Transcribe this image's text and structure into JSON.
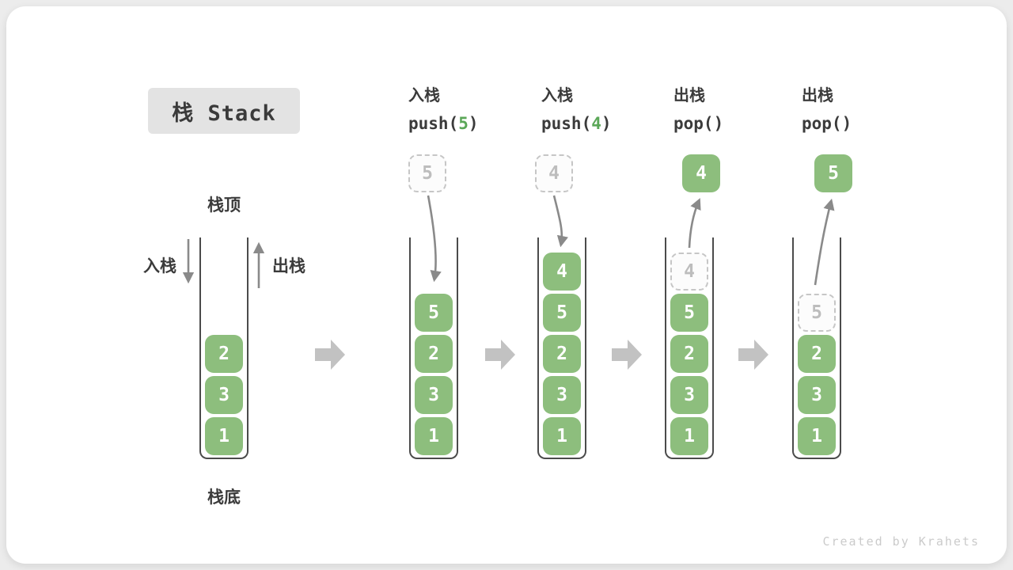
{
  "title": "栈 Stack",
  "watermark": "Created by Krahets",
  "annotations": {
    "stack_top": "栈顶",
    "stack_bottom": "栈底",
    "push_side": "入栈",
    "pop_side": "出栈"
  },
  "colors": {
    "box_green": "#8dbe7d",
    "code_arg_green": "#5ba758",
    "text_dark": "#3b3b3b",
    "ghost_border": "#c6c6c6",
    "ghost_text": "#bdbdbd",
    "curve_arrow": "#8a8a8a",
    "block_arrow": "#c2c2c2",
    "badge_bg": "#e3e3e3"
  },
  "operations": [
    {
      "line1": "入栈",
      "code_pre": "push(",
      "code_arg": "5",
      "code_post": ")"
    },
    {
      "line1": "入栈",
      "code_pre": "push(",
      "code_arg": "4",
      "code_post": ")"
    },
    {
      "line1": "出栈",
      "code_pre": "pop(",
      "code_arg": "",
      "code_post": ")"
    },
    {
      "line1": "出栈",
      "code_pre": "pop(",
      "code_arg": "",
      "code_post": ")"
    }
  ],
  "stacks": [
    {
      "boxes": [
        "2",
        "3",
        "1"
      ]
    },
    {
      "incoming": "5",
      "boxes": [
        "5",
        "2",
        "3",
        "1"
      ]
    },
    {
      "incoming": "4",
      "boxes": [
        "4",
        "5",
        "2",
        "3",
        "1"
      ]
    },
    {
      "popped": "4",
      "ghost": "4",
      "boxes": [
        "5",
        "2",
        "3",
        "1"
      ]
    },
    {
      "popped": "5",
      "ghost": "5",
      "boxes": [
        "2",
        "3",
        "1"
      ]
    }
  ]
}
